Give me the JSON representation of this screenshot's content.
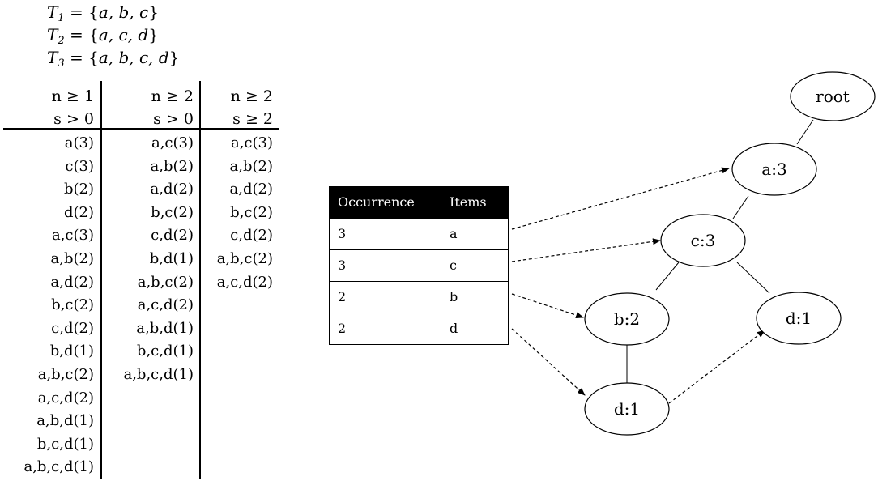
{
  "transactions": [
    {
      "name": "T",
      "sub": "1",
      "items": "a, b, c"
    },
    {
      "name": "T",
      "sub": "2",
      "items": "a, c, d"
    },
    {
      "name": "T",
      "sub": "3",
      "items": "a, b, c, d"
    }
  ],
  "itemset_table": {
    "columns": [
      {
        "h1": "n ≥ 1",
        "h2": "s > 0",
        "rows": [
          "a(3)",
          "c(3)",
          "b(2)",
          "d(2)",
          "a,c(3)",
          "a,b(2)",
          "a,d(2)",
          "b,c(2)",
          "c,d(2)",
          "b,d(1)",
          "a,b,c(2)",
          "a,c,d(2)",
          "a,b,d(1)",
          "b,c,d(1)",
          "a,b,c,d(1)"
        ]
      },
      {
        "h1": "n ≥ 2",
        "h2": "s > 0",
        "rows": [
          "a,c(3)",
          "a,b(2)",
          "a,d(2)",
          "b,c(2)",
          "c,d(2)",
          "b,d(1)",
          "a,b,c(2)",
          "a,c,d(2)",
          "a,b,d(1)",
          "b,c,d(1)",
          "a,b,c,d(1)"
        ]
      },
      {
        "h1": "n ≥ 2",
        "h2": "s ≥ 2",
        "rows": [
          "a,c(3)",
          "a,b(2)",
          "a,d(2)",
          "b,c(2)",
          "c,d(2)",
          "a,b,c(2)",
          "a,c,d(2)"
        ]
      }
    ]
  },
  "occurrence_table": {
    "headers": [
      "Occurrence",
      "Items"
    ],
    "rows": [
      {
        "occurrence": "3",
        "item": "a"
      },
      {
        "occurrence": "3",
        "item": "c"
      },
      {
        "occurrence": "2",
        "item": "b"
      },
      {
        "occurrence": "2",
        "item": "d"
      }
    ]
  },
  "tree": {
    "nodes": [
      "root",
      "a:3",
      "c:3",
      "b:2",
      "d:1",
      "d:1"
    ]
  }
}
